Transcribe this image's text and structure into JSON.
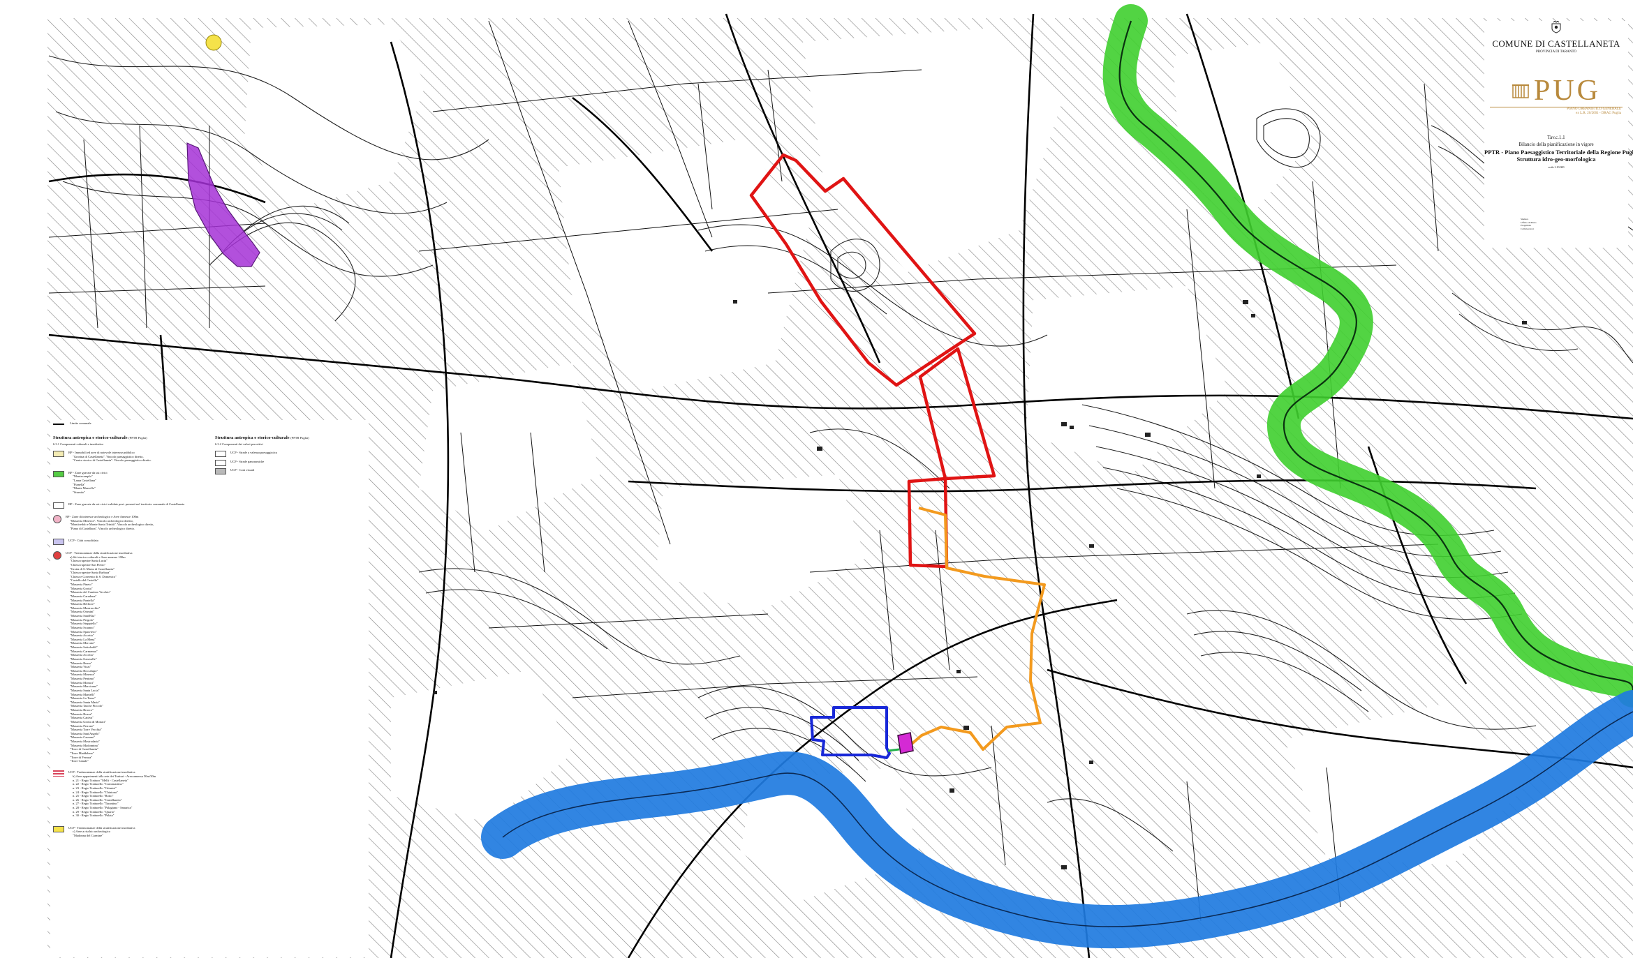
{
  "cartouche": {
    "comune": "COMUNE DI CASTELLANETA",
    "provincia": "PROVINCIA DI TARANTO",
    "pug": "PUG",
    "pug_subtitle": [
      "PIANO URBANISTICO GENERALE",
      "ex L.R. 20/2001 - DRAG Puglia"
    ],
    "tavola": "Tav.c.1.1",
    "subject": "Bilancio della pianificazione in vigore",
    "plan_title": [
      "PPTR - Piano Paesaggistico Territoriale della Regione Puglia:",
      "Struttura idro-geo-morfologica"
    ],
    "scale": "scala 1:10.000",
    "credits": [
      "Sindaco",
      "Ufficio di Piano",
      "Progettista",
      "Collaboratori"
    ]
  },
  "legend": {
    "top_rule_label": "Limite comunale",
    "col1_header": "Struttura antropica e storico-culturale",
    "col1_header_note": "(PPTR Puglia)",
    "col1_subheader": "6.3.1 Componenti culturali e insediative",
    "col2_header": "Struttura antropica e storico-culturale",
    "col2_header_note": "(PPTR Puglia)",
    "col2_subheader": "6.3.2 Componenti dei valori percettivi",
    "col2_items": [
      {
        "swatch": "#ffffff",
        "label": "UCP - Strade a valenza paesaggistica"
      },
      {
        "swatch": "#ffffff",
        "label": "UCP - Strade panoramiche"
      },
      {
        "swatch": "#b9b9b9",
        "label": "UCP - Coni visuali"
      }
    ],
    "col1_items": [
      {
        "swatch": "#f4ecb4",
        "label": "BP - Immobili ed aree di notevole interesse pubblico",
        "lines": [
          "\"Gravina di Castellaneta\". Vincolo paesaggistico diretto,",
          "\"Centro storico di Castellaneta\". Vincolo paesaggistico diretto."
        ]
      },
      {
        "swatch": "#55cc44",
        "label": "BP - Zone gravate da usi civici",
        "lines": [
          "\"Montecamplo\"",
          "\"Lama Castellana\"",
          "\"Pianella\"",
          "\"Monte Marcello\"",
          "\"Sturnito\""
        ]
      },
      {
        "swatch": "#ffffff",
        "label": "BP - Zone gravate da usi civici validate post. presenti nel territorio comunale di Castellaneta",
        "lines": []
      },
      {
        "swatch": "#f1b3c7",
        "circle": true,
        "label": "BP - Zone di interesse archeologico e Aree Annesse 100m",
        "lines": [
          "\"Masseria Minerva\". Vincolo archeologico diretto,",
          "\"Monticeddo e Monte Santa Trinità\". Vincolo archeologico diretto,",
          "\"Piano di Castellana\". Vincolo archeologico diretto."
        ]
      },
      {
        "swatch": "#c9c4ef",
        "label": "UCP - Città consolidata",
        "lines": []
      },
      {
        "swatch": "#e04040",
        "circle": true,
        "label": "UCP - Testimonianze della stratificazione insediativa",
        "lines": [
          "a) Siti storico culturali e Aree annesse 100m",
          "\"Chiesa rupestre Santa Lucia\"",
          "\"Chiesa rupestre San Pietro\"",
          "\"Grotta di S. Maria di Castellaneta\"",
          "\"Chiesa rupestre Santa Barbara\"",
          "\"Chiesa e Convento di S. Domenico\"",
          "\"Castello del Castello\"",
          "\"Masseria Pineto\"",
          "\"Masseria Grotta\"",
          "\"Masseria del Cantiere Vecchio\"",
          "\"Masseria Caradona\"",
          "\"Masseria Pontella\"",
          "\"Masseria Belfiore\"",
          "\"Masseria Mastracchio\"",
          "\"Masseria Orimini\"",
          "\"Masseria Sant'Elia\"",
          "\"Masseria Pergolo\"",
          "\"Masseria Stuppiello\"",
          "\"Masseria Scarano\"",
          "\"Masseria Sparviero\"",
          "\"Masseria Accetta\"",
          "\"Masseria La Mena\"",
          "\"Masseria Mercato\"",
          "\"Masseria Sottoleddi\"",
          "\"Masseria Carmenna\"",
          "\"Masseria Accetta\"",
          "\"Masseria Garavalle\"",
          "\"Masseria Russo\"",
          "\"Masseria Vizzi\"",
          "\"Masseria Boccalupo\"",
          "\"Masseria Minerva\"",
          "\"Masseria Pentimo\"",
          "\"Masseria Monaci\"",
          "\"Masseria Marsicano\"",
          "\"Masseria Santa Lucia\"",
          "\"Masseria Mantelli\"",
          "\"Masseria Lo Tasso\"",
          "\"Masseria Santa Maria\"",
          "\"Masseria Tasche Piccolo\"",
          "\"Masseria Bracco\"",
          "\"Masseria Bozza\"",
          "\"Masseria Cattiva\"",
          "\"Masseria Grotta di Monaci\"",
          "\"Masseria Perrone\"",
          "\"Masseria Torre Vecchia\"",
          "\"Masseria Sant'Angelo\"",
          "\"Masseria Cassano\"",
          "\"Masseria Mastrodaria\"",
          "\"Masseria Madonnina\"",
          "\"Torre di Castellaneta\"",
          "\"Torre Maddalena\"",
          "\"Torre di Ferrara\"",
          "\"Torre Canale\""
        ]
      },
      {
        "swatch": "#d9435a",
        "stripes": true,
        "label": "UCP - Testimonianze della stratificazione insediativa",
        "lines": [
          "b) Aree appartenenti alla rete dei Tratturi - Area annessa 50m/30m",
          "n. 21 - Regio Tratturo \"Melfi - Castellaneta\"",
          "n. 22 - Regio Tratturello \"Curtomartino\"",
          "n. 23 - Regio Tratturello \"Orimini\"",
          "n. 24 - Regio Tratturello \"Chiatona\"",
          "n. 25 - Regio Tratturello \"Rotto\"",
          "n. 26 - Regio Tratturello \"Castellaneta\"",
          "n. 27 - Regio Tratturello \"Tarantino\"",
          "n. 28 - Regio Tratturello \"Palagiano - Sanarica\"",
          "n. 29 - Regio Tratturello \"Quarto\"",
          "n. 30 - Regio Tratturello \"Palata\""
        ]
      },
      {
        "swatch": "#f5e24a",
        "label": "UCP - Testimonianze della stratificazione insediativa",
        "lines": [
          "c) Aree a rischio archeologico",
          "\"Madonna del Carmine\""
        ]
      }
    ]
  }
}
